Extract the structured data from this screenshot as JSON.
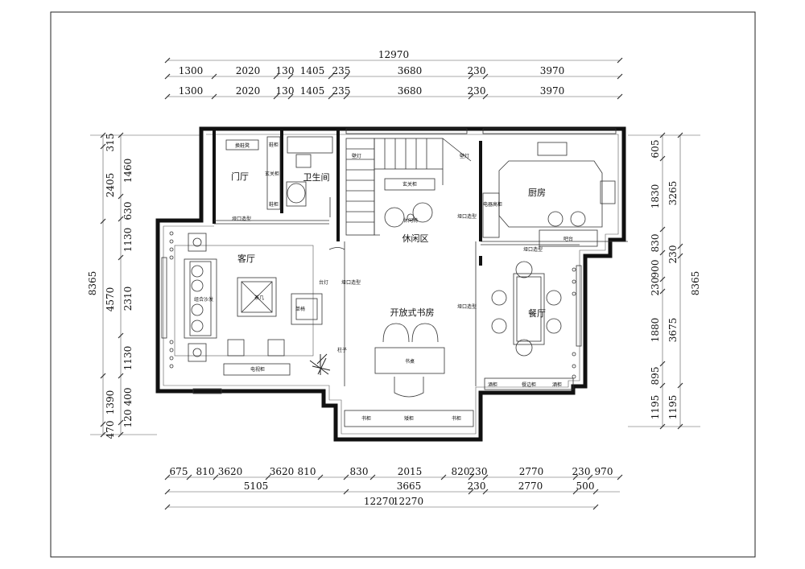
{
  "dimensions": {
    "top_total": "12970",
    "top_row1": [
      "1300",
      "2020",
      "130",
      "1405",
      "235",
      "3680",
      "230",
      "3970"
    ],
    "top_row2": [
      "1300",
      "2020",
      "130",
      "1405",
      "235",
      "3680",
      "230",
      "3970"
    ],
    "bottom_row1": [
      "675",
      "810",
      "3620",
      "3620",
      "810",
      "830",
      "2015",
      "820",
      "230",
      "2770",
      "230",
      "970"
    ],
    "bottom_row2": [
      "5105",
      "3665",
      "230",
      "2770",
      "500"
    ],
    "bottom_total": "12270",
    "bottom_total_b": "12270",
    "left_total": "8365",
    "left_outer": [
      "315",
      "2405",
      "4570",
      "1390",
      "470"
    ],
    "left_inner": [
      "1460",
      "630",
      "1130",
      "2310",
      "1130",
      "400",
      "120"
    ],
    "right_inner": [
      "605",
      "1830",
      "830",
      "900",
      "230",
      "1880",
      "895",
      "1195"
    ],
    "right_outer": [
      "3265",
      "230",
      "3675",
      "1195"
    ],
    "right_total": "8365"
  },
  "rooms": {
    "entry": "门厅",
    "bathroom": "卫生间",
    "living": "客厅",
    "lounge": "休闲区",
    "study": "开放式书房",
    "kitchen": "厨房",
    "dining": "餐厅"
  },
  "labels": {
    "shoe_cabinet": "换鞋凳",
    "entry_cab": "鞋柜",
    "entry_cab2": "鞋柜",
    "hall_cab": "玄关柜",
    "hall_cab2": "玄关柜",
    "arch1": "垭口造型",
    "arch2": "垭口造型",
    "arch3": "垭口造型",
    "arch4": "垭口造型",
    "arch5": "垭口造型",
    "sofa": "组合沙发",
    "tea_table": "茶几",
    "lounge_chair": "休闲椅",
    "single_chair": "单椅",
    "side_table": "台灯",
    "tv_cabinet": "电视柜",
    "desk": "书桌",
    "bookcase1": "书柜",
    "bookcase2": "矮柜",
    "bookcase3": "书柜",
    "bar": "吧台",
    "appliance": "电器高柜",
    "wine1": "酒柜",
    "sideboard": "餐边柜",
    "wine2": "酒柜",
    "pillar": "柱子",
    "lamp": "壁灯",
    "light": "壁灯"
  }
}
